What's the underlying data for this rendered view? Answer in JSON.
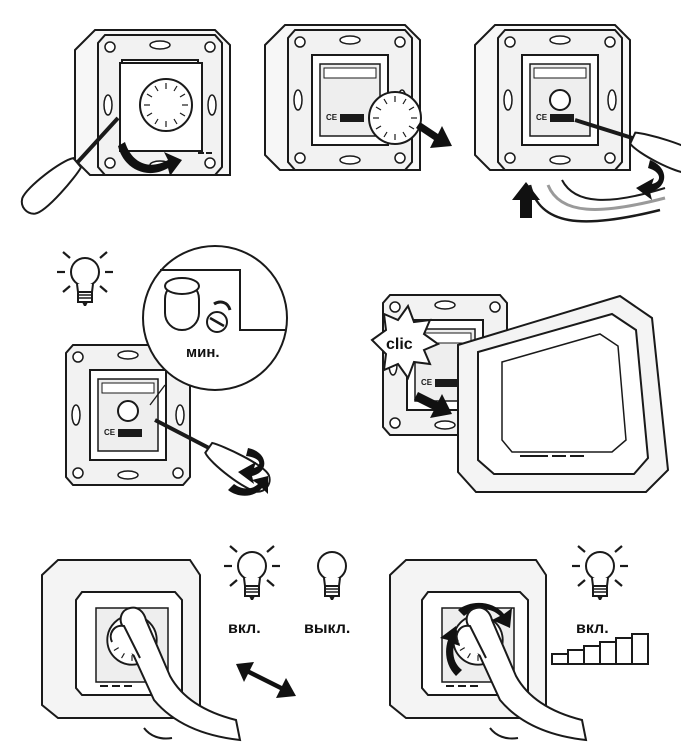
{
  "labels": {
    "min": "мин.",
    "clic": "clic",
    "on_left": "вкл.",
    "off_left": "выкл.",
    "on_right": "вкл."
  },
  "colors": {
    "ink": "#1a1a1a",
    "plate_fill": "#f2f2f2",
    "wire_grey": "#9a9a9a"
  },
  "icons": [
    "screwdriver-icon",
    "knob-icon",
    "arrow-icon",
    "bulb-icon",
    "finger-icon",
    "rotate-arrow-icon",
    "brightness-steps-icon"
  ]
}
